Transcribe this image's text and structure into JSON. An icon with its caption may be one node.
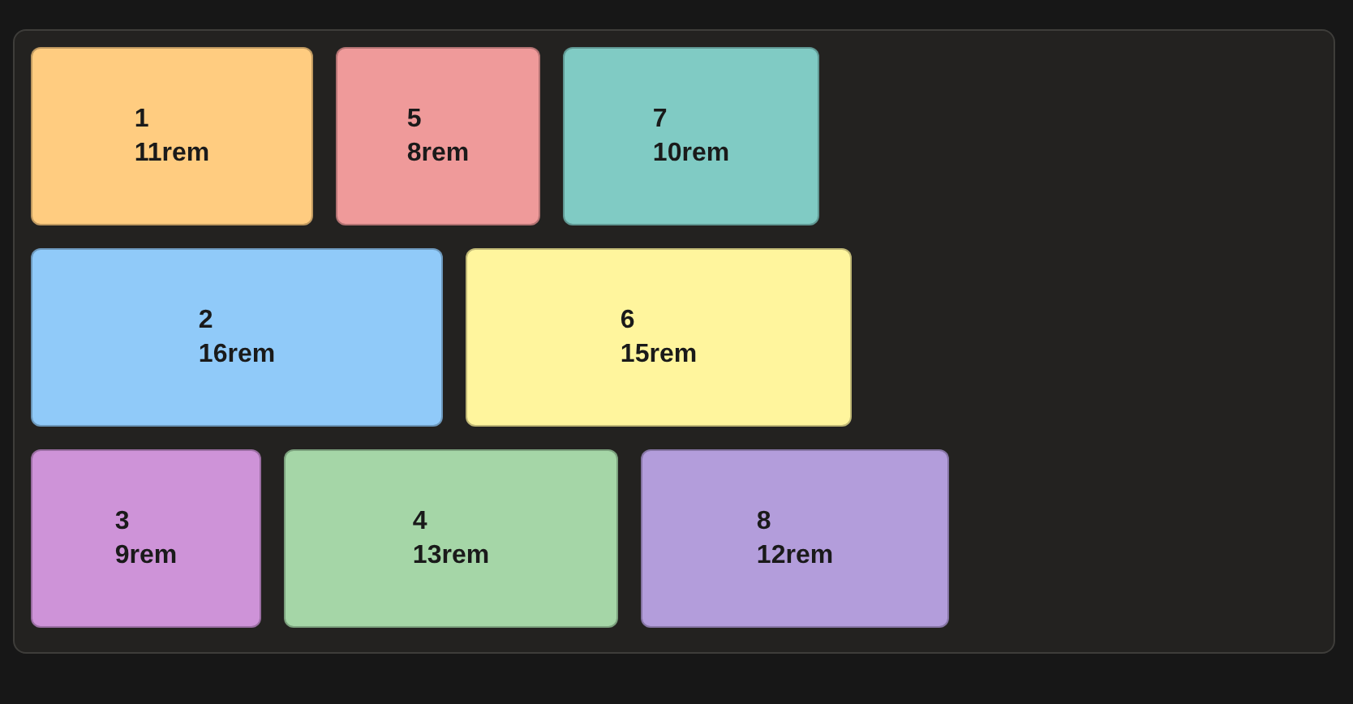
{
  "diagram": {
    "nodes": [
      {
        "text": [],
        "shape": "box"
      },
      {
        "text": [
          "1",
          "11rem"
        ],
        "in": 0
      },
      {
        "text": [
          "5",
          "8rem"
        ],
        "in": 0
      },
      {
        "text": [
          "7",
          "10rem"
        ],
        "in": 0
      },
      {
        "text": [
          "2",
          "16rem"
        ],
        "in": 0
      },
      {
        "text": [
          "6",
          "15rem"
        ],
        "in": 0
      },
      {
        "text": [
          "3",
          "9rem"
        ],
        "in": 0
      },
      {
        "text": [
          "4",
          "13rem"
        ],
        "in": 0
      },
      {
        "text": [
          "8",
          "12rem"
        ],
        "in": 0
      }
    ],
    "edges": []
  }
}
